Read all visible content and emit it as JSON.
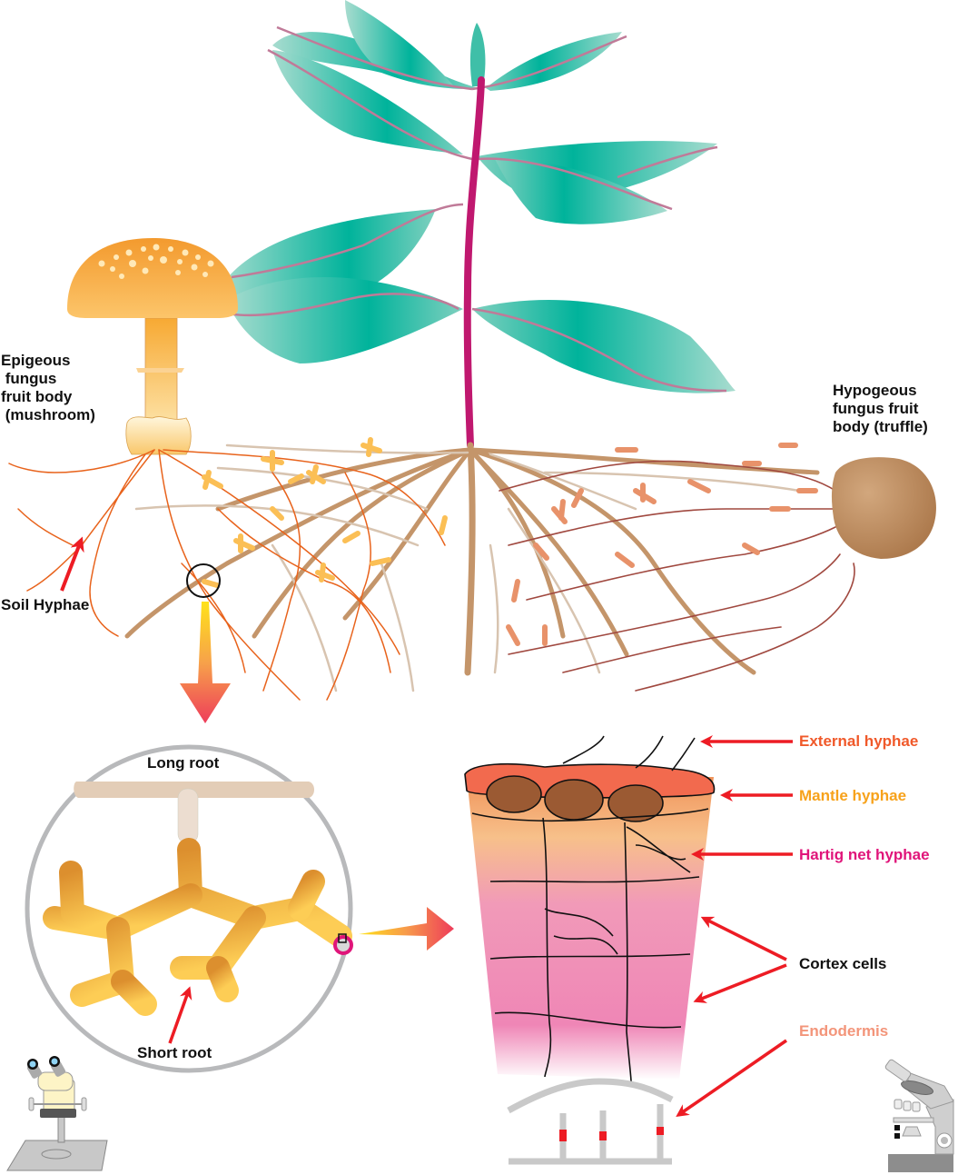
{
  "diagram": {
    "title": "Ectomycorrhizal association: plant, fungal fruit bodies, hyphae and root anatomy",
    "labels": {
      "epigeous": "Epigeous\n fungus\nfruit body\n (mushroom)",
      "hypogeous": "Hypogeous\nfungus fruit\nbody (truffle)",
      "soil_hyphae": "Soil Hyphae",
      "long_root": "Long root",
      "short_root": "Short root",
      "external_hyphae": "External hyphae",
      "mantle_hyphae": "Mantle hyphae",
      "hartig_net": "Hartig net hyphae",
      "cortex_cells": "Cortex cells",
      "endodermis": "Endodermis"
    },
    "colors": {
      "leaf": "#00b39b",
      "stem": "#c0186f",
      "root": "#c4956a",
      "soil_hyphae": "#e8631c",
      "truffle_hyphae": "#a0483f",
      "mushroom": "#f5a623",
      "truffle": "#b98256",
      "external_hyphae_label": "#f0592a",
      "mantle_hyphae_label": "#f7a21b",
      "hartig_net_label": "#e0157a",
      "endodermis_label": "#f3957a",
      "cortex": "#ef8ab8",
      "arrow_red": "#ed1c24",
      "magnifier_ring": "#b8b9bb"
    },
    "icons": {
      "stereo_microscope": "stereo-microscope-icon",
      "compound_microscope": "compound-microscope-icon"
    }
  }
}
